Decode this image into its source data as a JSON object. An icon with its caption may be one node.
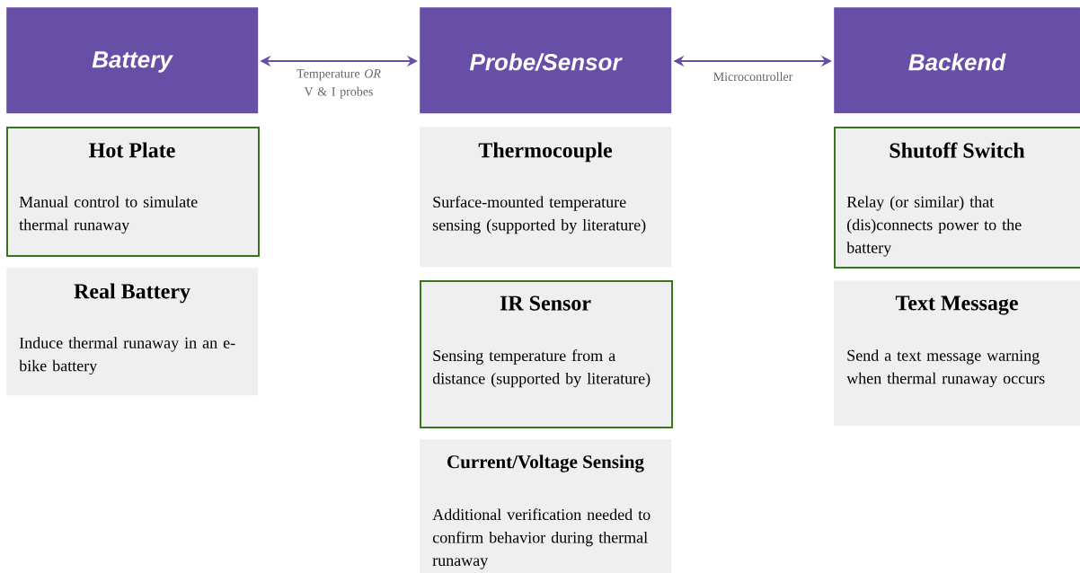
{
  "diagram": {
    "nodes": [
      {
        "text": [
          "Battery"
        ]
      },
      {
        "text": [
          "Hot Plate",
          "Manual control to simulate thermal runaway"
        ]
      },
      {
        "text": [
          "Real Battery",
          "Induce thermal runaway in an e-bike battery"
        ]
      },
      {
        "text": [
          "Probe/Sensor"
        ]
      },
      {
        "text": [
          "Thermocouple",
          "Surface-mounted temperature sensing (supported by literature)"
        ]
      },
      {
        "text": [
          "IR Sensor",
          "Sensing temperature from a distance (supported by literature)"
        ]
      },
      {
        "text": [
          "Current/Voltage Sensing",
          "Additional verification needed to confirm behavior during thermal runaway"
        ]
      },
      {
        "text": [
          "Backend"
        ]
      },
      {
        "text": [
          "Shutoff Switch",
          "Relay (or similar) that (dis)connects power to the battery"
        ]
      },
      {
        "text": [
          "Text Message",
          "Send a text message warning when thermal runaway occurs"
        ]
      }
    ],
    "edges": [
      {
        "from": 0,
        "to": 3,
        "arrow": "both",
        "label": "Temperature *OR* V & I probes"
      },
      {
        "from": 3,
        "to": 7,
        "arrow": "both",
        "label": "Microcontroller"
      }
    ]
  }
}
